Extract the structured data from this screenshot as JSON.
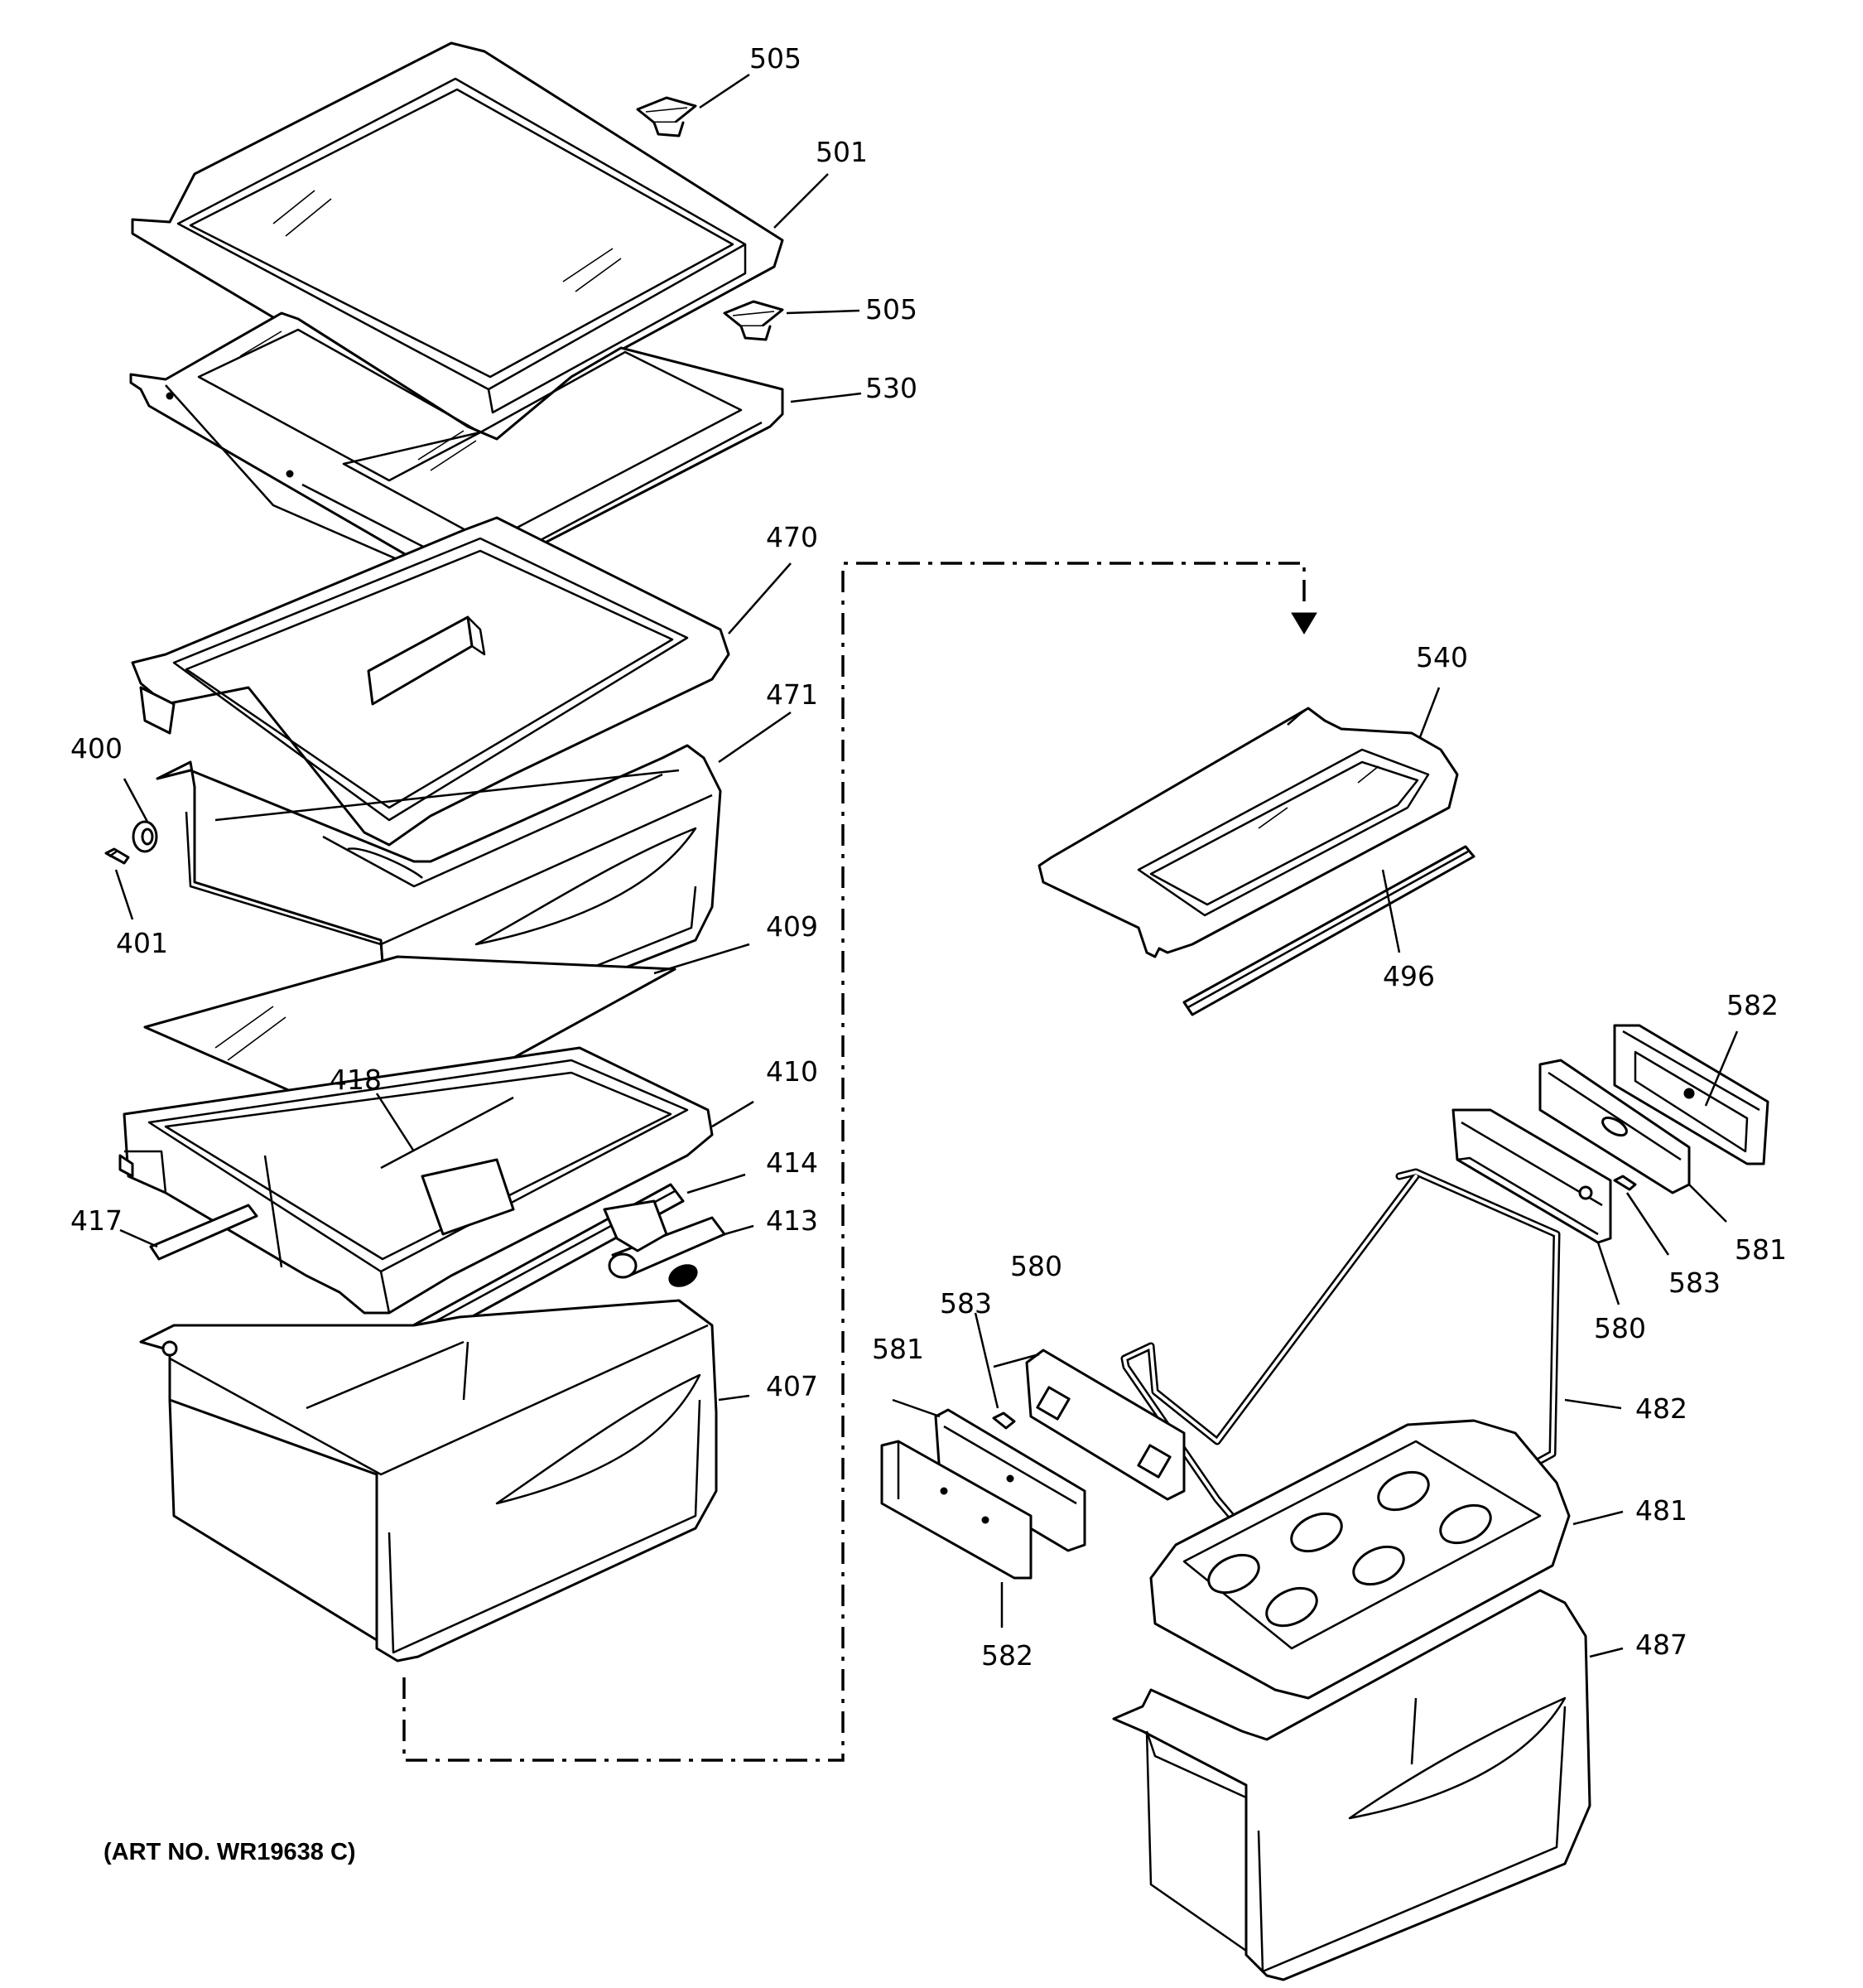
{
  "art_number": "(ART NO. WR19638 C)",
  "labels": {
    "p505a": "505",
    "p501": "501",
    "p505b": "505",
    "p530": "530",
    "p470": "470",
    "p471": "471",
    "p400": "400",
    "p401": "401",
    "p409": "409",
    "p418": "418",
    "p410": "410",
    "p414": "414",
    "p417": "417",
    "p413": "413",
    "p407": "407",
    "p540": "540",
    "p496": "496",
    "p582a": "582",
    "p581a": "581",
    "p583a": "583",
    "p580a": "580",
    "p580b": "580",
    "p583b": "583",
    "p581b": "581",
    "p582b": "582",
    "p482": "482",
    "p481": "481",
    "p487": "487"
  }
}
